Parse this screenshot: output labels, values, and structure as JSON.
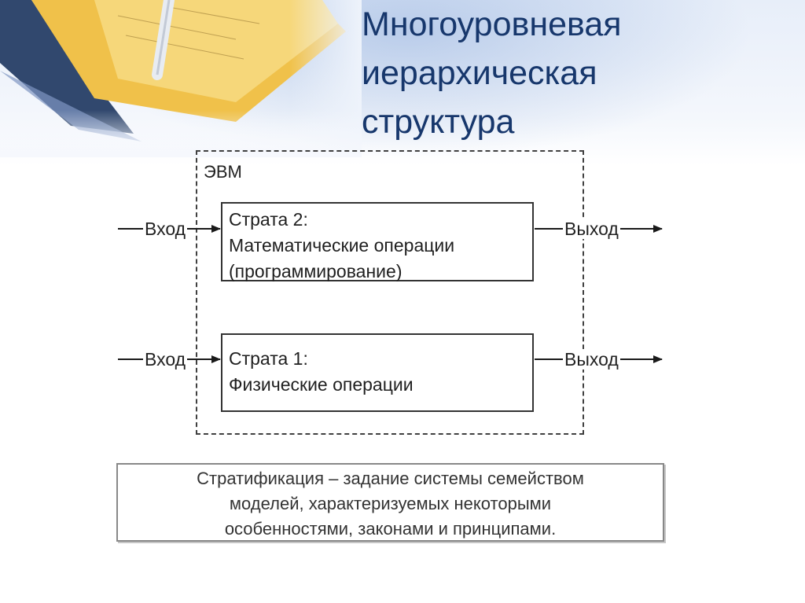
{
  "slide": {
    "title": "Многоуровневая\nиерархическая\nструктура"
  },
  "diagram": {
    "container_label": "ЭВМ",
    "strata": [
      {
        "heading": "Страта 2:",
        "lines": [
          "Математические операции",
          "(программирование)"
        ]
      },
      {
        "heading": "Страта 1:",
        "lines": [
          "Физические операции"
        ]
      }
    ],
    "input_label": "Вход",
    "output_label": "Выход"
  },
  "definition": {
    "lines": [
      "Стратификация – задание системы семейством",
      "моделей, характеризуемых некоторыми",
      "особенностями, законами и принципами."
    ]
  },
  "colors": {
    "title": "#17376c",
    "lines": "#1a1a1a"
  }
}
